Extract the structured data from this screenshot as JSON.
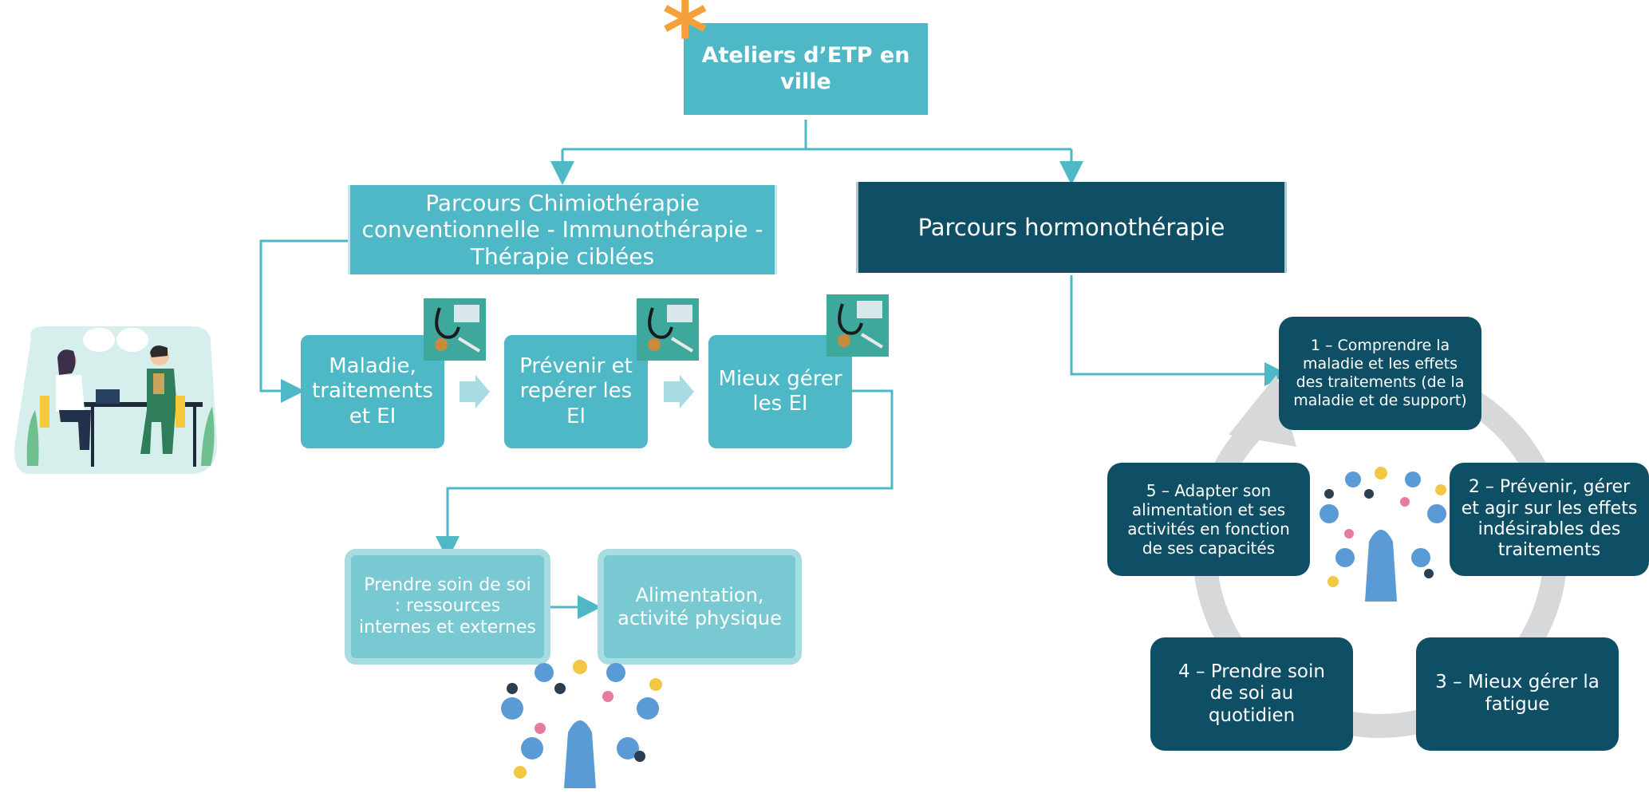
{
  "top": {
    "title": "Ateliers d’ETP en ville"
  },
  "paths": {
    "chemo": "Parcours Chimiothérapie conventionnelle  - Immunothérapie - Thérapie ciblées",
    "hormono": "Parcours hormonothérapie"
  },
  "chemo_steps": [
    {
      "label": "Maladie, traitements et EI"
    },
    {
      "label": "Prévenir et repérer les EI"
    },
    {
      "label": "Mieux gérer les EI"
    }
  ],
  "bottom_left": [
    {
      "label": "Prendre soin de soi : ressources internes et externes"
    },
    {
      "label": "Alimentation, activité physique"
    }
  ],
  "cycle": [
    {
      "label": "1 – Comprendre la maladie et les effets des traitements (de la maladie et de support)"
    },
    {
      "label": "2 – Prévenir, gérer et agir sur les effets indésirables des traitements"
    },
    {
      "label": "3 – Mieux gérer la fatigue"
    },
    {
      "label": "4 – Prendre soin de soi au quotidien"
    },
    {
      "label": "5 – Adapter son alimentation et ses activités en fonction de ses capacités"
    }
  ],
  "colors": {
    "teal": "#4eb8c6",
    "dark": "#0f4f65",
    "light": "#79c9d2",
    "orange": "#f5a13a",
    "connector": "#4eb8c6",
    "cycle_ring": "#d6d8da"
  }
}
